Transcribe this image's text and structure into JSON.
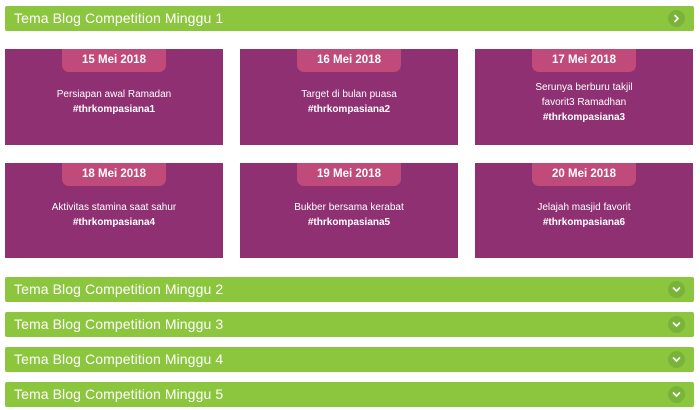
{
  "accordion": [
    {
      "title": "Tema Blog Competition Minggu 1",
      "toggle_icon": "chevron-right-icon"
    },
    {
      "title": "Tema Blog Competition Minggu 2",
      "toggle_icon": "chevron-down-icon"
    },
    {
      "title": "Tema Blog Competition Minggu 3",
      "toggle_icon": "chevron-down-icon"
    },
    {
      "title": "Tema Blog Competition Minggu 4",
      "toggle_icon": "chevron-down-icon"
    },
    {
      "title": "Tema Blog Competition Minggu 5",
      "toggle_icon": "chevron-down-icon"
    }
  ],
  "cards": [
    {
      "date": "15 Mei 2018",
      "lines": [
        "Persiapan awal Ramadan"
      ],
      "tag": "#thrkompasiana1"
    },
    {
      "date": "16 Mei 2018",
      "lines": [
        "Target di bulan puasa"
      ],
      "tag": "#thrkompasiana2"
    },
    {
      "date": "17 Mei 2018",
      "lines": [
        "Serunya berburu takjil",
        "favorit3 Ramadhan"
      ],
      "tag": "#thrkompasiana3"
    },
    {
      "date": "18 Mei 2018",
      "lines": [
        "Aktivitas stamina saat sahur"
      ],
      "tag": "#thrkompasiana4"
    },
    {
      "date": "19 Mei 2018",
      "lines": [
        "Bukber bersama kerabat"
      ],
      "tag": "#thrkompasiana5"
    },
    {
      "date": "20 Mei 2018",
      "lines": [
        "Jelajah masjid favorit"
      ],
      "tag": "#thrkompasiana6"
    }
  ],
  "colors": {
    "accordion_bg": "#8cc63f",
    "card_bg": "#8e3072",
    "date_badge_bg": "#c04a7a",
    "text": "#ffffff"
  }
}
